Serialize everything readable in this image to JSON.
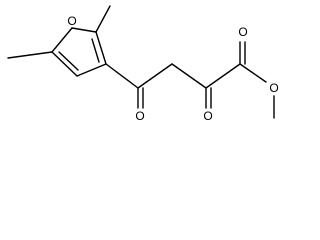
{
  "diagram": {
    "atom_labels": {
      "furan_oxygen": "O",
      "ketone_oxygen": "O",
      "alpha_keto_oxygen": "O",
      "ester_carbonyl_oxygen": "O",
      "ester_ether_oxygen": "O"
    }
  }
}
